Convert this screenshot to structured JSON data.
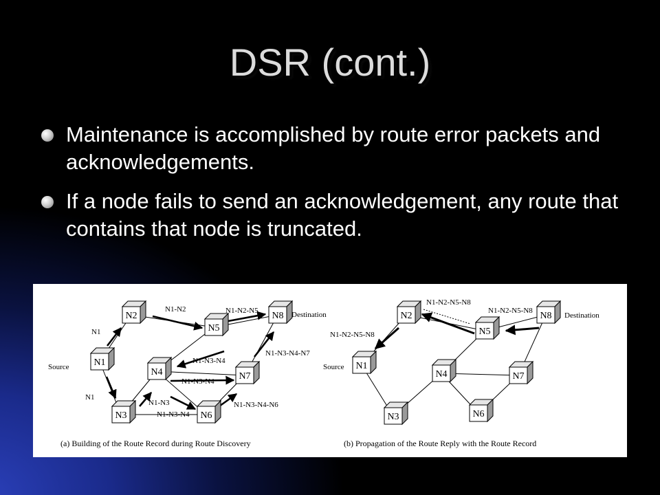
{
  "slide": {
    "title": "DSR (cont.)",
    "bullets": [
      "Maintenance is accomplished by route error packets and acknowledgements.",
      "If a node fails to send an acknowledgement, any route that contains that node is truncated."
    ]
  },
  "figure": {
    "nodes": [
      "N1",
      "N2",
      "N3",
      "N4",
      "N5",
      "N6",
      "N7",
      "N8"
    ],
    "panel_a": {
      "caption": "(a) Building of the Route Record during Route Discovery",
      "source_label": "Source",
      "destination_label": "Destination",
      "edge_labels": [
        "N1",
        "N1",
        "N1-N2",
        "N1-N2-N5",
        "N1-N3",
        "N1-N3-N4",
        "N1-N3-N4",
        "N1-N3-N4",
        "N1-N3-N4-N6",
        "N1-N3-N4-N7"
      ]
    },
    "panel_b": {
      "caption": "(b) Propagation of the Route Reply with the Route Record",
      "source_label": "Source",
      "destination_label": "Destination",
      "edge_labels": [
        "N1-N2-N5-N8",
        "N1-N2-N5-N8",
        "N1-N2-N5-N8"
      ]
    }
  }
}
